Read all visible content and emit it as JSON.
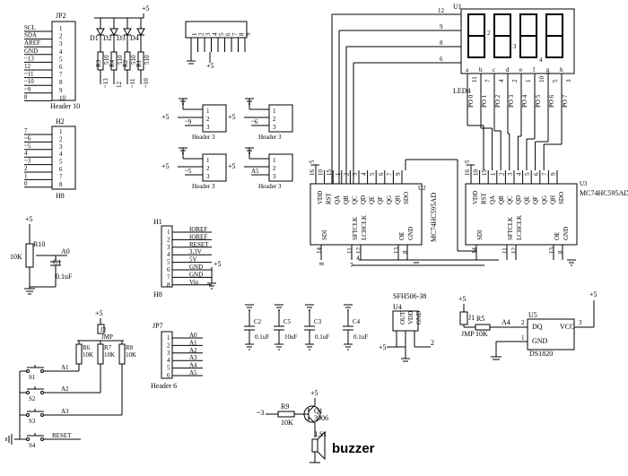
{
  "jp2": {
    "ref": "JP2",
    "name": "Header 10",
    "signals": [
      "SCL",
      "SDA",
      "AREF",
      "GND",
      "~13",
      "12",
      "~11",
      "~10",
      "~9",
      "8"
    ],
    "pins": [
      "1",
      "2",
      "3",
      "4",
      "5",
      "6",
      "7",
      "8",
      "9",
      "10"
    ]
  },
  "h2": {
    "ref": "H2",
    "name": "H8",
    "signals": [
      "7",
      "~6",
      "~5",
      "4",
      "~3",
      "2",
      "1",
      "0"
    ],
    "pins": [
      "1",
      "2",
      "3",
      "4",
      "5",
      "6",
      "7",
      "8"
    ]
  },
  "leds": [
    {
      "ref": "D1",
      "res": "R3",
      "val": "510",
      "net": "~13"
    },
    {
      "ref": "D2",
      "res": "R4",
      "val": "510",
      "net": "12"
    },
    {
      "ref": "D3",
      "res": "R2",
      "val": "510",
      "net": "~11"
    },
    {
      "ref": "D4",
      "res": "R1",
      "val": "510",
      "net": "~10"
    }
  ],
  "led_supply": "+5",
  "rnet": {
    "pins": [
      "1",
      "2",
      "3",
      "4",
      "5",
      "6",
      "7",
      "8",
      "9"
    ],
    "supply": "+5"
  },
  "headers3": [
    {
      "label": "Header 3",
      "supply": "+5",
      "net": "~9",
      "pins": [
        "1",
        "2",
        "3"
      ]
    },
    {
      "label": "Header 3",
      "supply": "+5",
      "net": "~6",
      "pins": [
        "1",
        "2",
        "3"
      ]
    },
    {
      "label": "Header 3",
      "supply": "+5",
      "net": "~5",
      "pins": [
        "1",
        "2",
        "3"
      ]
    },
    {
      "label": "Header 3",
      "supply": "+5",
      "net": "A5",
      "pins": [
        "1",
        "2",
        "3"
      ]
    }
  ],
  "display": {
    "ref": "U1",
    "name": "LED4",
    "left_pins": [
      "12",
      "9",
      "8",
      "6"
    ],
    "seg_pins": [
      "a",
      "b",
      "c",
      "d",
      "e",
      "f",
      "g",
      "h"
    ],
    "bottom_pins": [
      "11",
      "7",
      "4",
      "2",
      "1",
      "10",
      "5",
      "3"
    ],
    "corner_labels": [
      "1",
      "2",
      "3",
      "4"
    ]
  },
  "po_labels": [
    "PO 0",
    "PO 1",
    "PO 2",
    "PO 3",
    "PO 4",
    "PO 5",
    "PO 6",
    "PO 7"
  ],
  "u2": {
    "ref": "U2",
    "name": "MC74HC595AD",
    "top_pins": [
      "VDD",
      "RST",
      "QA",
      "QB",
      "QC",
      "QD",
      "QE",
      "QF",
      "QG",
      "QH",
      "SDO"
    ],
    "top_nums": [
      "16",
      "10",
      "15",
      "1",
      "2",
      "3",
      "4",
      "5",
      "6",
      "7",
      "9"
    ],
    "bottom_pins": [
      "SDI",
      "SFTCLK",
      "LCHCLK",
      "OE",
      "GND"
    ],
    "bottom_nums": [
      "14",
      "11",
      "12",
      "13",
      "8"
    ],
    "supply": "+5",
    "nets": [
      "8",
      "4",
      "7"
    ]
  },
  "u3": {
    "ref": "U3",
    "name": "MC74HC595AD",
    "top_pins": [
      "VDD",
      "RST",
      "QA",
      "QB",
      "QC",
      "QD",
      "QE",
      "QF",
      "QG",
      "QH",
      "SDO"
    ],
    "top_nums": [
      "16",
      "10",
      "15",
      "1",
      "2",
      "3",
      "4",
      "5",
      "6",
      "7",
      "9"
    ],
    "bottom_pins": [
      "SDI",
      "SFTCLK",
      "LCHCLK",
      "OE",
      "GND"
    ],
    "bottom_nums": [
      "14",
      "11",
      "12",
      "13",
      "8"
    ],
    "supply": "+5"
  },
  "pot": {
    "ref": "R10",
    "val": "10K",
    "net": "A0",
    "supply": "+5",
    "cap_ref": "C1",
    "cap_val": "0.1uF"
  },
  "h1": {
    "ref": "H1",
    "name": "H8",
    "signals": [
      "IOREF",
      "IOREF",
      "RESET",
      "3.3V",
      "5V",
      "GND",
      "GND",
      "Vin"
    ],
    "pins": [
      "1",
      "2",
      "3",
      "4",
      "5",
      "6",
      "7",
      "8"
    ],
    "supply": "+5"
  },
  "jp7": {
    "ref": "JP7",
    "name": "Header 6",
    "signals": [
      "A0",
      "A1",
      "A2",
      "A3",
      "A4",
      "A5"
    ],
    "pins": [
      "1",
      "2",
      "3",
      "4",
      "5",
      "6"
    ]
  },
  "caps": [
    {
      "ref": "C2",
      "val": "0.1uF"
    },
    {
      "ref": "C5",
      "val": "10uF"
    },
    {
      "ref": "C3",
      "val": "0.1uF"
    },
    {
      "ref": "C4",
      "val": "0.1uF"
    }
  ],
  "buttons": {
    "jumper": "J2",
    "jmp": "JMP",
    "supply": "+5",
    "resistors": [
      {
        "ref": "R6",
        "val": "10K"
      },
      {
        "ref": "R7",
        "val": "10K"
      },
      {
        "ref": "R8",
        "val": "10K"
      }
    ],
    "switches": [
      {
        "ref": "S1",
        "net": "A1"
      },
      {
        "ref": "S2",
        "net": "A2"
      },
      {
        "ref": "S3",
        "net": "A3"
      },
      {
        "ref": "S4",
        "net": "RESET"
      }
    ]
  },
  "ir": {
    "ref": "U4",
    "name": "SFH506-38",
    "pins": [
      "OUT",
      "VDD",
      "GND"
    ],
    "supply": "+5",
    "net": "2"
  },
  "ds": {
    "ref": "U5",
    "name": "DS1820",
    "pins": [
      "DQ",
      "VCC",
      "GND"
    ],
    "nums": [
      "2",
      "3",
      "1"
    ],
    "jumper": "J1",
    "jmp": "JMP",
    "res": "R5",
    "res_val": "10K",
    "net": "A4",
    "supply": "+5"
  },
  "buzzer": {
    "q": "Q1",
    "q_name": "3906",
    "res": "R9",
    "res_val": "10K",
    "net": "~3",
    "ls": "LS1",
    "label": "buzzer",
    "supply": "+5"
  }
}
